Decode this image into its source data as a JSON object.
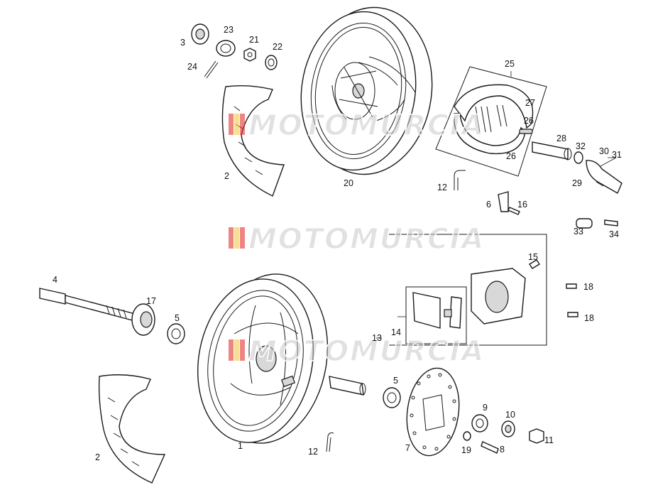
{
  "watermark": {
    "text": "MOTOMURCIA",
    "flag_colors": [
      "#e3342f",
      "#f6c84c",
      "#e3342f"
    ]
  },
  "labels": [
    {
      "id": "l1",
      "text": "1"
    },
    {
      "id": "l2a",
      "text": "2"
    },
    {
      "id": "l2b",
      "text": "2"
    },
    {
      "id": "l3",
      "text": "3"
    },
    {
      "id": "l4",
      "text": "4"
    },
    {
      "id": "l5a",
      "text": "5"
    },
    {
      "id": "l5b",
      "text": "5"
    },
    {
      "id": "l6",
      "text": "6"
    },
    {
      "id": "l7",
      "text": "7"
    },
    {
      "id": "l8",
      "text": "8"
    },
    {
      "id": "l9",
      "text": "9"
    },
    {
      "id": "l10",
      "text": "10"
    },
    {
      "id": "l11",
      "text": "11"
    },
    {
      "id": "l12a",
      "text": "12"
    },
    {
      "id": "l12b",
      "text": "12"
    },
    {
      "id": "l13",
      "text": "13"
    },
    {
      "id": "l14",
      "text": "14"
    },
    {
      "id": "l15",
      "text": "15"
    },
    {
      "id": "l16",
      "text": "16"
    },
    {
      "id": "l17",
      "text": "17"
    },
    {
      "id": "l18a",
      "text": "18"
    },
    {
      "id": "l18b",
      "text": "18"
    },
    {
      "id": "l19",
      "text": "19"
    },
    {
      "id": "l20",
      "text": "20"
    },
    {
      "id": "l21",
      "text": "21"
    },
    {
      "id": "l22",
      "text": "22"
    },
    {
      "id": "l23",
      "text": "23"
    },
    {
      "id": "l24",
      "text": "24"
    },
    {
      "id": "l25",
      "text": "25"
    },
    {
      "id": "l26a",
      "text": "26"
    },
    {
      "id": "l26b",
      "text": "26"
    },
    {
      "id": "l27",
      "text": "27"
    },
    {
      "id": "l28",
      "text": "28"
    },
    {
      "id": "l29",
      "text": "29"
    },
    {
      "id": "l30",
      "text": "30"
    },
    {
      "id": "l31",
      "text": "31"
    },
    {
      "id": "l32",
      "text": "32"
    },
    {
      "id": "l33",
      "text": "33"
    },
    {
      "id": "l34",
      "text": "34"
    }
  ]
}
